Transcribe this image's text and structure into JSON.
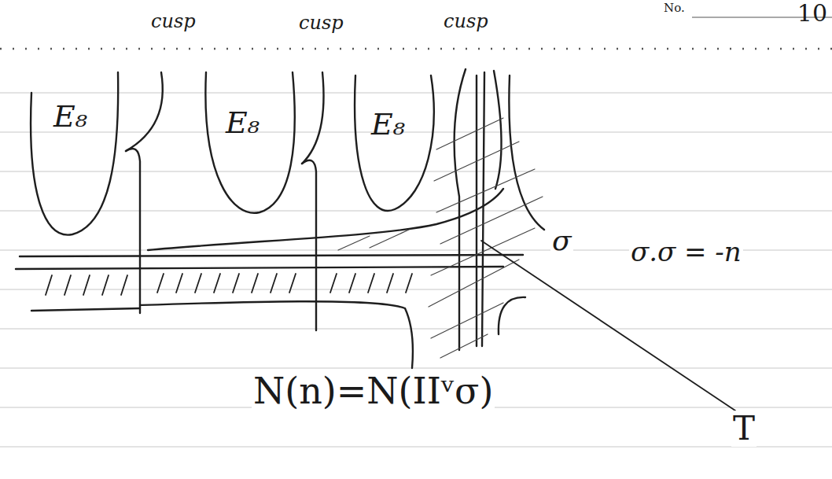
{
  "diagram": {
    "labels": [
      "No.",
      "10",
      "cusp",
      "cusp",
      "cusp",
      "E₈",
      "E₈",
      "E₈",
      "σ",
      "σ.σ = -n",
      "N(n)=N(IIᵛσ)",
      "T"
    ]
  }
}
